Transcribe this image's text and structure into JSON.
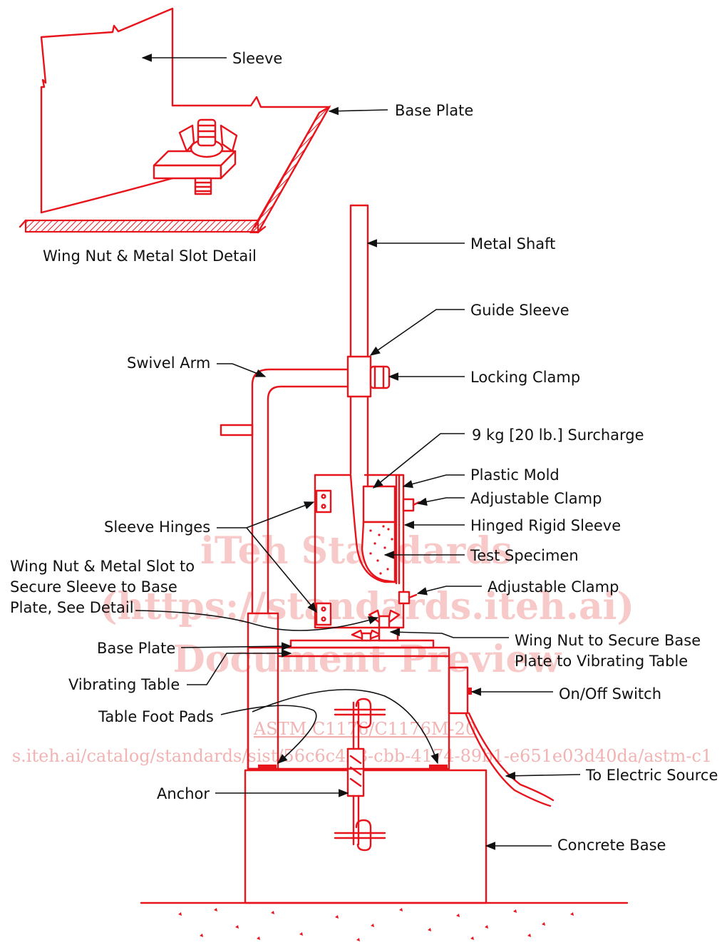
{
  "colors": {
    "apparatus": "#e8141c",
    "text": "#111111",
    "watermark": "#f7c9c9"
  },
  "watermark": {
    "line1": "iTeh Standards",
    "line2": "(https://standards.iteh.ai)",
    "line3": "Document Preview",
    "line4": "ASTM C1176/C1176M-20",
    "line5": "s.iteh.ai/catalog/standards/sist/56c6c4b8-cbb-4174-89b1-e651e03d40da/astm-c1"
  },
  "detail": {
    "caption": "Wing Nut & Metal Slot Detail",
    "labels": {
      "sleeve": "Sleeve",
      "base_plate": "Base Plate"
    }
  },
  "labels": {
    "metal_shaft": "Metal Shaft",
    "guide_sleeve": "Guide Sleeve",
    "swivel_arm": "Swivel Arm",
    "locking_clamp": "Locking Clamp",
    "surcharge": "9 kg [20 lb.] Surcharge",
    "plastic_mold": "Plastic Mold",
    "adjustable_clamp_top": "Adjustable Clamp",
    "sleeve_hinges": "Sleeve Hinges",
    "hinged_rigid_sleeve": "Hinged Rigid Sleeve",
    "wing_nut_slot_1": "Wing Nut & Metal Slot to",
    "wing_nut_slot_2": "Secure Sleeve to Base",
    "wing_nut_slot_3": "Plate, See Detail",
    "test_specimen": "Test Specimen",
    "adjustable_clamp_bottom": "Adjustable Clamp",
    "wing_nut_base_1": "Wing Nut to Secure Base",
    "wing_nut_base_2": "Plate to Vibrating Table",
    "base_plate": "Base Plate",
    "vibrating_table": "Vibrating Table",
    "on_off_switch": "On/Off Switch",
    "table_foot_pads": "Table Foot Pads",
    "to_electric_source": "To Electric Source",
    "anchor": "Anchor",
    "concrete_base": "Concrete Base"
  }
}
